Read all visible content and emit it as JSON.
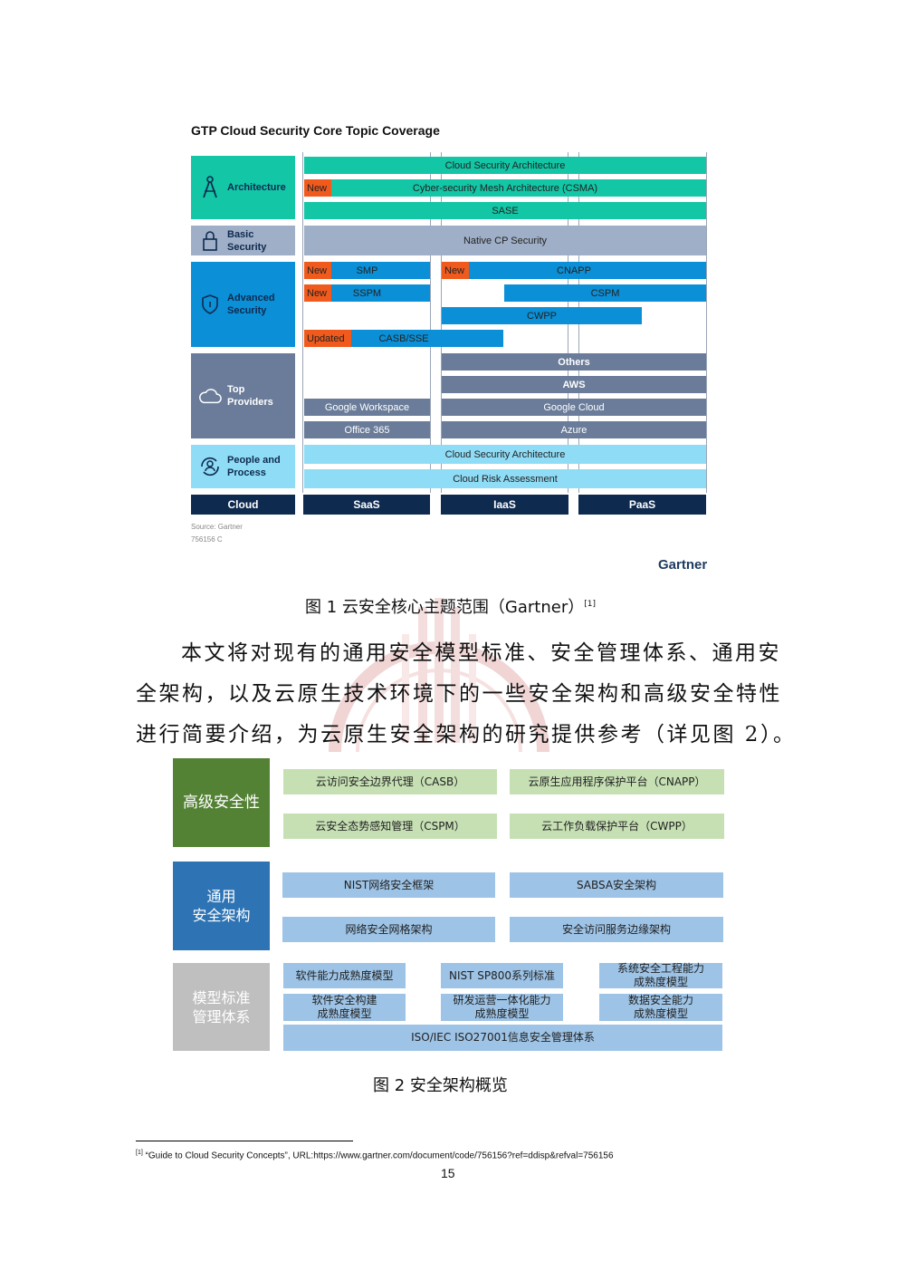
{
  "figure1": {
    "title": "GTP Cloud Security Core Topic Coverage",
    "categories": {
      "architecture": "Architecture",
      "basic": "Basic\nSecurity",
      "advanced": "Advanced\nSecurity",
      "providers": "Top\nProviders",
      "people": "People and\nProcess"
    },
    "bars": {
      "csa_top": "Cloud Security Architecture",
      "csma": "Cyber-security Mesh Architecture (CSMA)",
      "sase": "SASE",
      "native": "Native CP Security",
      "smp": "SMP",
      "sspm": "SSPM",
      "casb": "CASB/SSE",
      "cnapp": "CNAPP",
      "cspm": "CSPM",
      "cwpp": "CWPP",
      "others": "Others",
      "aws": "AWS",
      "google_workspace": "Google Workspace",
      "google_cloud": "Google Cloud",
      "office365": "Office 365",
      "azure": "Azure",
      "csa_bottom": "Cloud Security Architecture",
      "risk": "Cloud Risk Assessment"
    },
    "tags": {
      "new": "New",
      "updated": "Updated"
    },
    "footer": {
      "cloud": "Cloud",
      "saas": "SaaS",
      "iaas": "IaaS",
      "paas": "PaaS"
    },
    "source": "Source: Gartner",
    "code": "756156 C",
    "brand": "Gartner"
  },
  "caption1": {
    "text": "图 1  云安全核心主题范围（Gartner）",
    "ref": "[1]"
  },
  "paragraph": [
    "本文将对现有的通用安全模型标准、安全管理体系、通用安",
    "全架构，以及云原生技术环境下的一些安全架构和高级安全特性",
    "进行简要介绍，为云原生安全架构的研究提供参考（详见图 2）。"
  ],
  "figure2": {
    "advanced": {
      "label": "高级安全性",
      "items": [
        "云访问安全边界代理（CASB）",
        "云原生应用程序保护平台（CNAPP）",
        "云安全态势感知管理（CSPM）",
        "云工作负载保护平台（CWPP）"
      ]
    },
    "general": {
      "label": "通用\n安全架构",
      "items": [
        "NIST网络安全框架",
        "SABSA安全架构",
        "网络安全网格架构",
        "安全访问服务边缘架构"
      ]
    },
    "model": {
      "label": "模型标准\n管理体系",
      "items": [
        "软件能力成熟度模型",
        "NIST SP800系列标准",
        "系统安全工程能力\n成熟度模型",
        "软件安全构建\n成熟度模型",
        "研发运营一体化能力\n成熟度模型",
        "数据安全能力\n成熟度模型",
        "ISO/IEC ISO27001信息安全管理体系"
      ]
    }
  },
  "caption2": "图 2  安全架构概览",
  "footnote": {
    "ref": "[1]",
    "text": "“Guide to Cloud Security Concepts”, URL:https://www.gartner.com/document/code/756156?ref=ddisp&refval=756156"
  },
  "page_number": "15",
  "colors": {
    "teal": "#12c6a6",
    "grayblue": "#9fafc7",
    "blue": "#0b8fd6",
    "slate": "#6a7c99",
    "lightblue": "#8fdcf6",
    "navy": "#0e2a4f",
    "orange": "#f05a1d",
    "green_dark": "#548235",
    "green_light": "#c6e0b4",
    "blue_dark": "#2e74b5",
    "blue_light": "#9dc3e6",
    "gray": "#bfbfbf"
  }
}
